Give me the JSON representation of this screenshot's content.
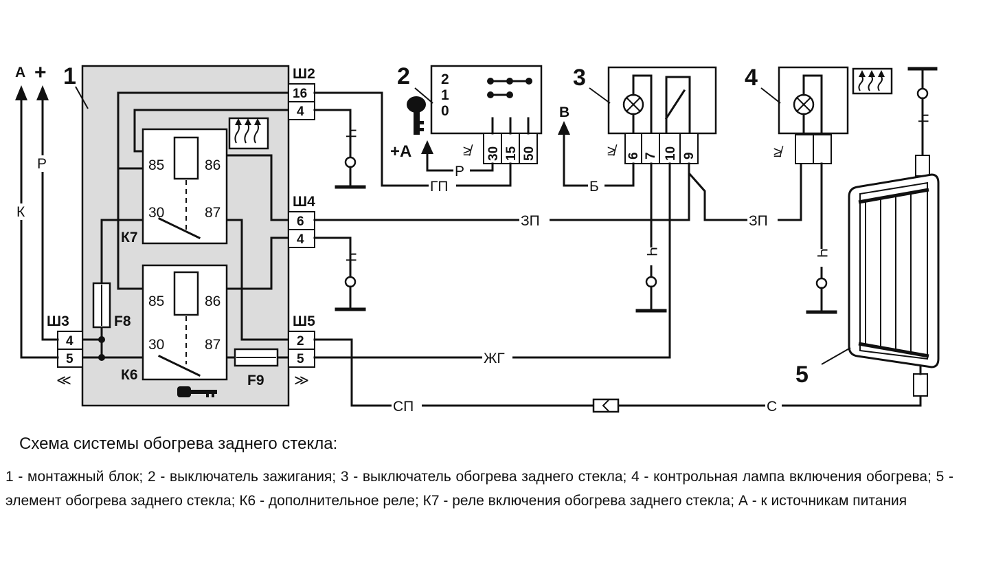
{
  "diagram": {
    "components": {
      "block": "1",
      "ignition": "2",
      "switch": "3",
      "lamp": "4",
      "heater": "5"
    },
    "power": {
      "a": "А",
      "plus": "+",
      "k": "К",
      "p": "Р"
    },
    "connectors": {
      "sh2": "Ш2",
      "sh3": "Ш3",
      "sh4": "Ш4",
      "sh5": "Ш5"
    },
    "pins": {
      "sh2_top": "16",
      "sh2_bot": "4",
      "sh4_top": "6",
      "sh4_bot": "4",
      "sh3_top": "4",
      "sh3_bot": "5",
      "sh5_top": "2",
      "sh5_bot": "5"
    },
    "relays": {
      "k7": "К7",
      "k6": "К6",
      "r85": "85",
      "r86": "86",
      "r30": "30",
      "r87": "87"
    },
    "fuses": {
      "f8": "F8",
      "f9": "F9"
    },
    "ignition": {
      "pos2": "2",
      "pos1": "1",
      "pos0": "0",
      "t30": "30",
      "t15": "15",
      "t50": "50",
      "plus_a": "+А"
    },
    "switch": {
      "t6": "6",
      "t7": "7",
      "t10": "10",
      "t9": "9",
      "b": "В"
    },
    "wires": {
      "gp": "ГП",
      "r": "Р",
      "b": "Б",
      "zp1": "ЗП",
      "zp2": "ЗП",
      "zhg": "ЖГ",
      "sp": "СП",
      "s": "С",
      "ch1": "Ч",
      "ch2": "Ч",
      "ch3": "Ч",
      "ch4": "Ч",
      "ch5": "Ч"
    }
  },
  "caption": {
    "title": "Схема системы обогрева заднего стекла:",
    "legend": "1 - монтажный блок; 2 - выключатель зажигания; 3 - выключатель обогрева заднего стекла; 4 - контрольная лампа включения обогрева; 5 - элемент обогрева заднего стекла;  К6 - дополнительное реле; К7 - реле включения обогрева заднего стекла; А -  к источникам питания"
  }
}
